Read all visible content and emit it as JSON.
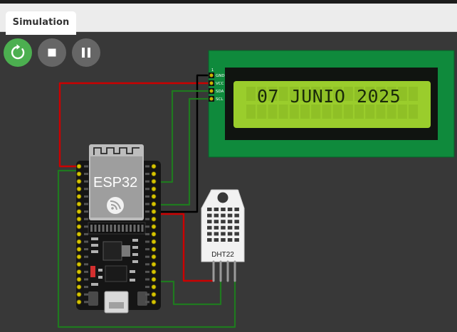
{
  "tab": {
    "label": "Simulation"
  },
  "controls": {
    "restart": {
      "icon": "restart-icon"
    },
    "stop": {
      "icon": "stop-icon"
    },
    "pause": {
      "icon": "pause-icon"
    }
  },
  "lcd": {
    "text": "07 JUNIO 2025",
    "pins": [
      "GND",
      "VCC",
      "SDA",
      "SCL"
    ],
    "pin_number": "1"
  },
  "esp32": {
    "label": "ESP32",
    "icon": "espressif-logo-icon"
  },
  "dht22": {
    "label": "DHT22"
  },
  "colors": {
    "canvas": "#383838",
    "wire_red": "#cc0000",
    "wire_green": "#1f7a1f",
    "wire_black": "#000000",
    "lcd_frame": "#0f8a3c",
    "lcd_screen": "#9acd2c",
    "lcd_text": "#1a2a0a",
    "restart_button": "#4caf50",
    "stop_button": "#666666"
  }
}
